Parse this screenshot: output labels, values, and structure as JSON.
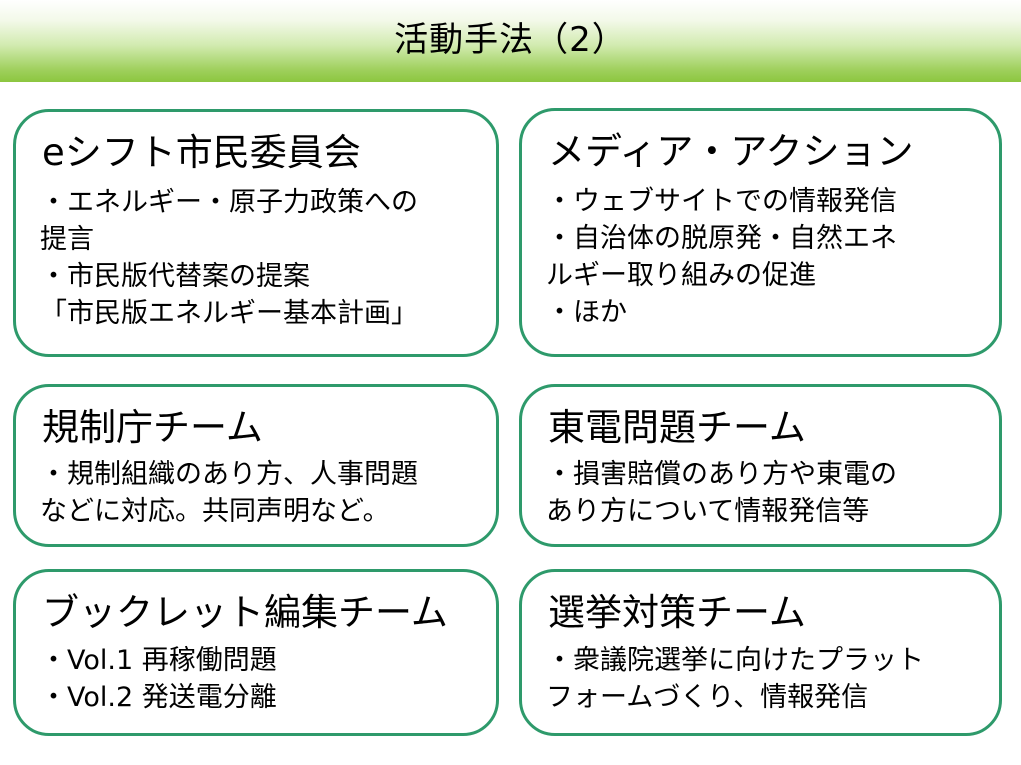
{
  "header": {
    "title": "活動手法（2）",
    "gradient_top": "#ffffff",
    "gradient_bottom": "#8cc63f"
  },
  "card_border_color": "#2e9a6b",
  "cards": [
    {
      "title": "eシフト市民委員会",
      "lines": [
        "・エネルギー・原子力政策への",
        "提言",
        "・市民版代替案の提案",
        "「市民版エネルギー基本計画」"
      ]
    },
    {
      "title": "メディア・アクション",
      "lines": [
        "・ウェブサイトでの情報発信",
        "・自治体の脱原発・自然エネ",
        "ルギー取り組みの促進",
        "・ほか"
      ]
    },
    {
      "title": "規制庁チーム",
      "lines": [
        "・規制組織のあり方、人事問題",
        "などに対応。共同声明など。"
      ]
    },
    {
      "title": "東電問題チーム",
      "lines": [
        "・損害賠償のあり方や東電の",
        "あり方について情報発信等"
      ]
    },
    {
      "title": "ブックレット編集チーム",
      "lines": [
        "・Vol.1 再稼働問題",
        "・Vol.2 発送電分離"
      ]
    },
    {
      "title": "選挙対策チーム",
      "lines": [
        "・衆議院選挙に向けたプラット",
        "フォームづくり、情報発信"
      ]
    }
  ]
}
